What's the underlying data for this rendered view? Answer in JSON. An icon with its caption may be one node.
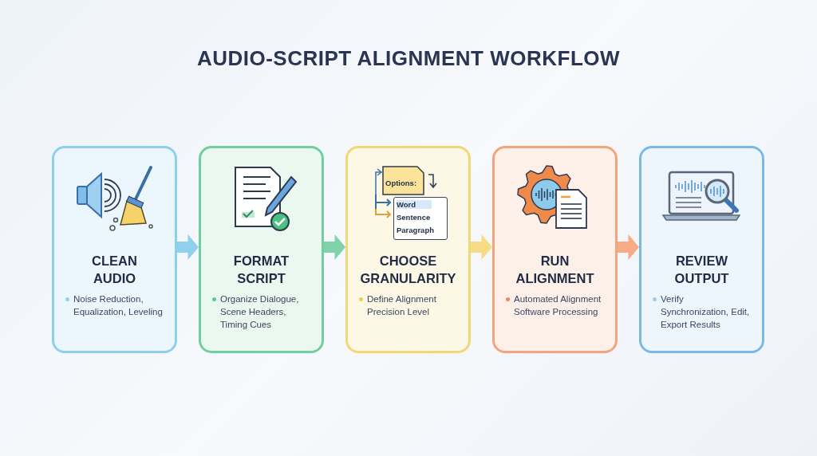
{
  "diagram": {
    "title": "AUDIO-SCRIPT ALIGNMENT WORKFLOW",
    "nodes": [
      {
        "text": [
          "CLEAN AUDIO",
          "Noise Reduction, Equalization, Leveling"
        ]
      },
      {
        "text": [
          "FORMAT SCRIPT",
          "Organize Dialogue, Scene Headers, Timing Cues"
        ]
      },
      {
        "text": [
          "CHOOSE GRANULARITY",
          "Define Alignment Precision Level"
        ]
      },
      {
        "text": [
          "RUN ALIGNMENT",
          "Automated Alignment Software Processing"
        ]
      },
      {
        "text": [
          "REVIEW OUTPUT",
          "Verify Synchronization, Edit, Export Results"
        ]
      }
    ],
    "edges": [
      {
        "from": 0,
        "to": 1,
        "arrow": "to",
        "style": "thick",
        "color": "#8fd0ef"
      },
      {
        "from": 1,
        "to": 2,
        "arrow": "to",
        "style": "thick",
        "color": "#7fd3aa"
      },
      {
        "from": 2,
        "to": 3,
        "arrow": "to",
        "style": "thick",
        "color": "#f6dc84"
      },
      {
        "from": 3,
        "to": 4,
        "arrow": "to",
        "style": "thick",
        "color": "#f6ab84"
      }
    ],
    "labels": [
      "Options:",
      "Word",
      "Sentence",
      "Paragraph"
    ]
  }
}
